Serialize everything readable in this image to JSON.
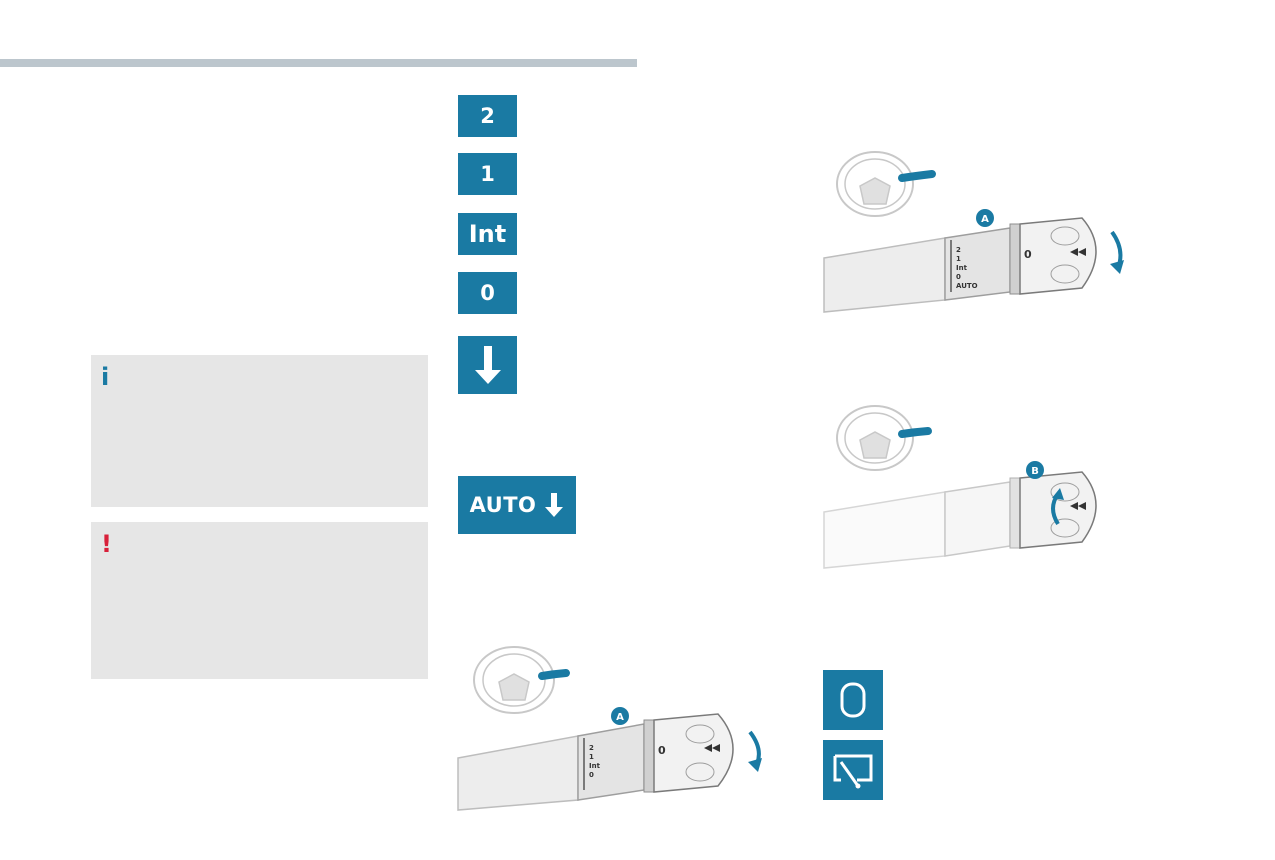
{
  "buttons": {
    "speed2": "2",
    "speed1": "1",
    "int": "Int",
    "off": "0",
    "auto": "AUTO"
  },
  "notes": {
    "info_mark": "i",
    "warning_mark": "!"
  },
  "illustrations": {
    "callout_a": "A",
    "callout_b": "B",
    "scale_2": "2",
    "scale_1": "1",
    "scale_int": "Int",
    "scale_0": "0",
    "scale_auto": "AUTO",
    "ring_0": "0"
  },
  "colors": {
    "accent": "#1a7aa3",
    "note_bg": "#e6e6e6",
    "warning": "#d8203a",
    "rule": "#bcc6cd"
  },
  "icons": [
    "arrow-down-icon",
    "rear-wiper-off-icon",
    "rear-wiper-icon",
    "steering-wheel-icon"
  ]
}
